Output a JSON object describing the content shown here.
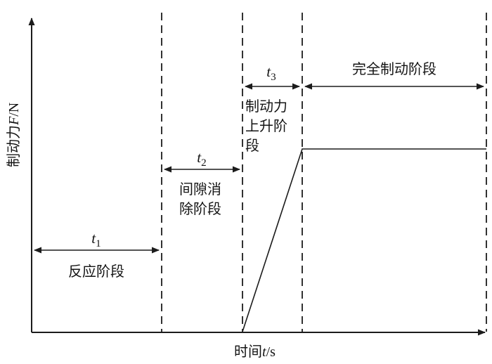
{
  "figure": {
    "line_color": "#1c1c1c",
    "y_axis": {
      "label_prefix": "制动力",
      "label_math": "F",
      "label_suffix": "/N"
    },
    "x_axis": {
      "label_prefix": "时间",
      "label_math": "t",
      "label_suffix": "/s"
    },
    "phases": [
      {
        "duration": {
          "base": "t",
          "sub": "1"
        },
        "name": "反应阶段"
      },
      {
        "duration": {
          "base": "t",
          "sub": "2"
        },
        "name": "间隙消除阶段"
      },
      {
        "duration": {
          "base": "t",
          "sub": "3"
        },
        "name": "制动力上升阶段"
      },
      {
        "name": "完全制动阶段"
      }
    ]
  }
}
